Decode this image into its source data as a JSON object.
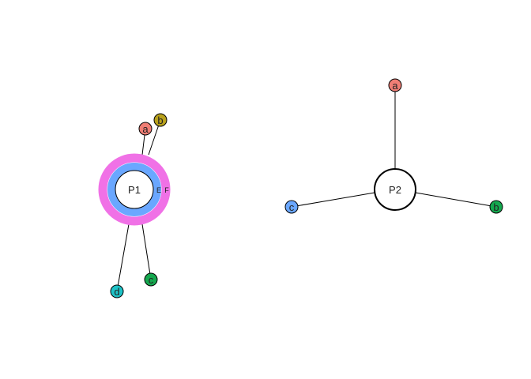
{
  "diagrams": [
    {
      "center": {
        "label": "P1",
        "rings": [
          "#6aa7ff",
          "#f071e6"
        ],
        "ring_labels": [
          "E",
          "F"
        ]
      },
      "leaves": [
        {
          "label": "a",
          "color": "#f07e75"
        },
        {
          "label": "b",
          "color": "#b8a11c"
        },
        {
          "label": "c",
          "color": "#15a84f"
        },
        {
          "label": "d",
          "color": "#1ec3c7"
        }
      ]
    },
    {
      "center": {
        "label": "P2"
      },
      "leaves": [
        {
          "label": "a",
          "color": "#f07e75"
        },
        {
          "label": "b",
          "color": "#15a84f"
        },
        {
          "label": "c",
          "color": "#6aa7ff"
        }
      ]
    }
  ]
}
